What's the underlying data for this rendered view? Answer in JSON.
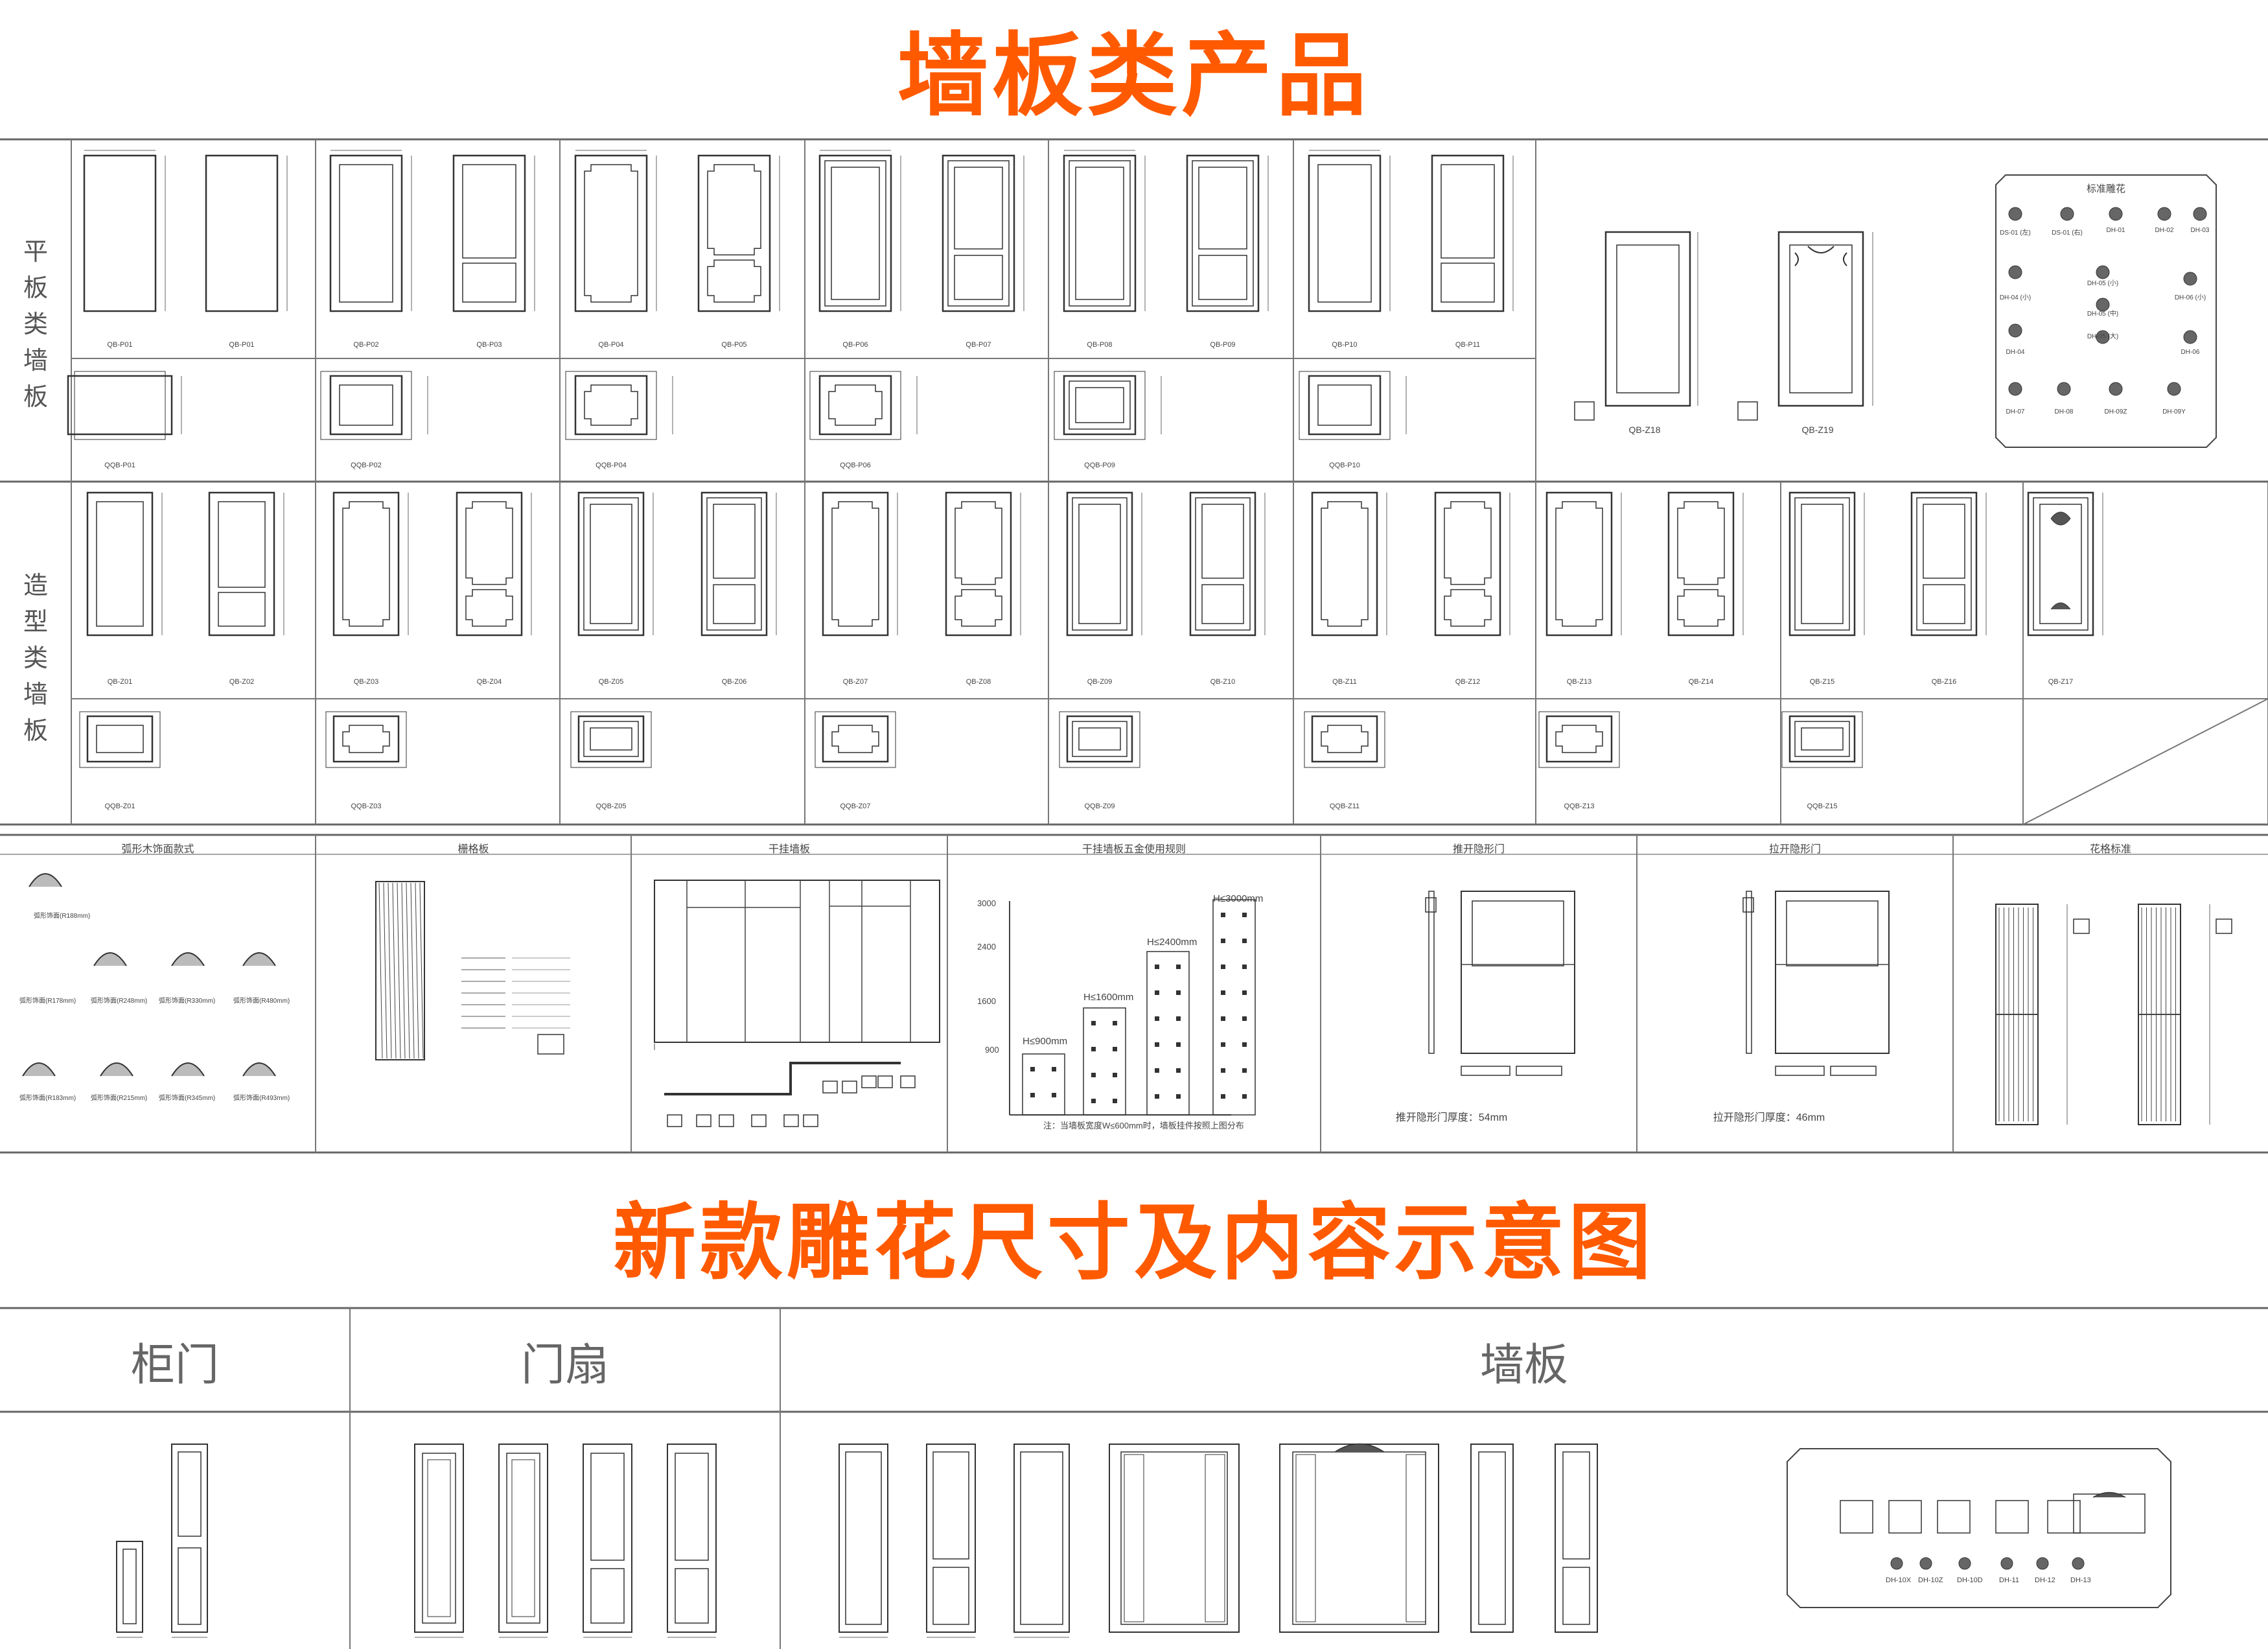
{
  "header": {
    "title": "墙板类产品"
  },
  "rows": {
    "flat_label": "平板类墙板",
    "shaped_label": "造型类墙板"
  },
  "flat_panels": {
    "top": [
      "QB-P01",
      "QB-P01",
      "QB-P02",
      "QB-P03",
      "QB-P04",
      "QB-P05",
      "QB-P06",
      "QB-P07",
      "QB-P08",
      "QB-P09",
      "QB-P10",
      "QB-P11"
    ],
    "bottom": [
      "QQB-P01",
      "QQB-P02",
      "QQB-P04",
      "QQB-P06",
      "QQB-P09",
      "QQB-P10"
    ]
  },
  "feature_panels": [
    "QB-Z18",
    "QB-Z19"
  ],
  "standard_carvings": {
    "title": "标准雕花",
    "items": [
      "DS-01 (左)",
      "DS-01 (右)",
      "DH-01",
      "DH-02",
      "DH-03",
      "DH-04 (小)",
      "DH-05 (小)",
      "DH-06 (小)",
      "DH-04",
      "DH-05 (中)",
      "DH-06",
      "DH-05 (大)",
      "DH-07",
      "DH-08",
      "DH-09Z",
      "DH-09Y"
    ]
  },
  "shaped_panels": {
    "top": [
      "QB-Z01",
      "QB-Z02",
      "QB-Z03",
      "QB-Z04",
      "QB-Z05",
      "QB-Z06",
      "QB-Z07",
      "QB-Z08",
      "QB-Z09",
      "QB-Z10",
      "QB-Z11",
      "QB-Z12",
      "QB-Z13",
      "QB-Z14",
      "QB-Z15",
      "QB-Z16",
      "QB-Z17"
    ],
    "bottom": [
      "QQB-Z01",
      "QQB-Z03",
      "QQB-Z05",
      "QQB-Z07",
      "QQB-Z09",
      "QQB-Z11",
      "QQB-Z13",
      "QQB-Z15"
    ]
  },
  "sections": [
    {
      "title": "弧形木饰面款式"
    },
    {
      "title": "栅格板"
    },
    {
      "title": "干挂墙板"
    },
    {
      "title": "干挂墙板五金使用规则"
    },
    {
      "title": "推开隐形门"
    },
    {
      "title": "拉开隐形门"
    },
    {
      "title": "花格标准"
    }
  ],
  "arc_notes": [
    "弧形饰面(R188mm)",
    "弧形饰面(R178mm)",
    "弧形饰面(R248mm)",
    "弧形饰面(R330mm)",
    "弧形饰面(R480mm)",
    "弧形饰面(R183mm)",
    "弧形饰面(R215mm)",
    "弧形饰面(R345mm)",
    "弧形饰面(R493mm)"
  ],
  "hardware_chart": {
    "y_ticks": [
      "3000",
      "2400",
      "1600",
      "900"
    ],
    "bars": [
      "H≤900mm",
      "H≤1600mm",
      "H≤2400mm",
      "H≤3000mm"
    ],
    "note": "注：当墙板宽度W≤600mm时，墙板挂件按照上图分布"
  },
  "doors": {
    "push_note": "推开隐形门厚度：54mm",
    "pull_note": "拉开隐形门厚度：46mm"
  },
  "header2": {
    "title": "新款雕花尺寸及内容示意图"
  },
  "categories": [
    "柜门",
    "门扇",
    "墙板"
  ],
  "carving_ids": [
    "DH-10X",
    "DH-10Z",
    "DH-10D",
    "DH-11",
    "DH-12",
    "DH-13"
  ]
}
